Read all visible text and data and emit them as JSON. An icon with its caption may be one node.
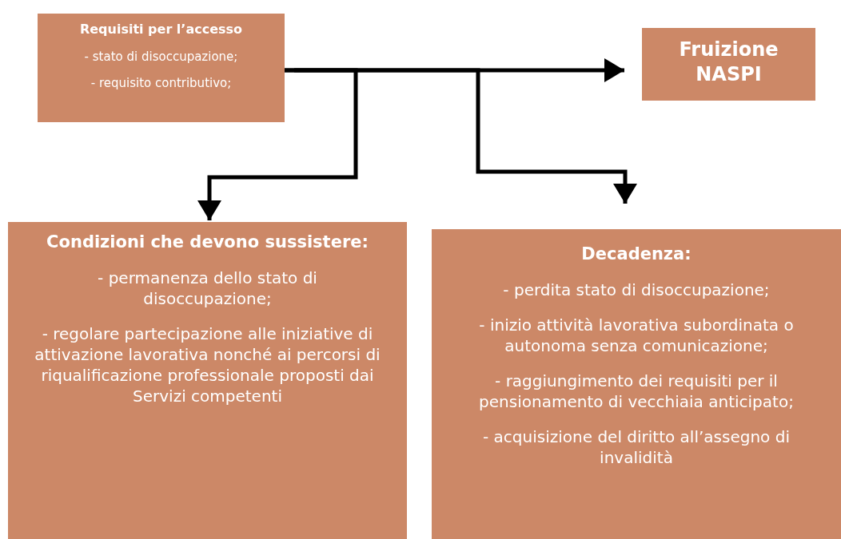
{
  "diagram": {
    "nodes": [
      {
        "text": [
          "Requisiti per l’accesso",
          "- stato di disoccupazione;",
          "- requisito contributivo;"
        ]
      },
      {
        "text": [
          "Fruizione NASPI"
        ]
      },
      {
        "text": [
          "Condizioni che devono sussistere:",
          "- permanenza dello stato di disoccupazione;",
          "- regolare partecipazione alle iniziative di attivazione lavorativa nonché ai percorsi di riqualificazione professionale proposti dai Servizi competenti"
        ]
      },
      {
        "text": [
          "Decadenza:",
          "- perdita stato di disoccupazione;",
          "- inizio attività lavorativa subordinata o autonoma senza comunicazione;",
          "- raggiungimento dei requisiti per il pensionamento di vecchiaia anticipato;",
          "- acquisizione del diritto all’assegno di invalidità"
        ]
      }
    ],
    "edges": [
      {
        "from": 0,
        "to": 1,
        "arrow": "to"
      },
      {
        "from": 0,
        "to": 2,
        "arrow": "to"
      },
      {
        "from": 0,
        "to": 3,
        "arrow": "to"
      }
    ]
  }
}
